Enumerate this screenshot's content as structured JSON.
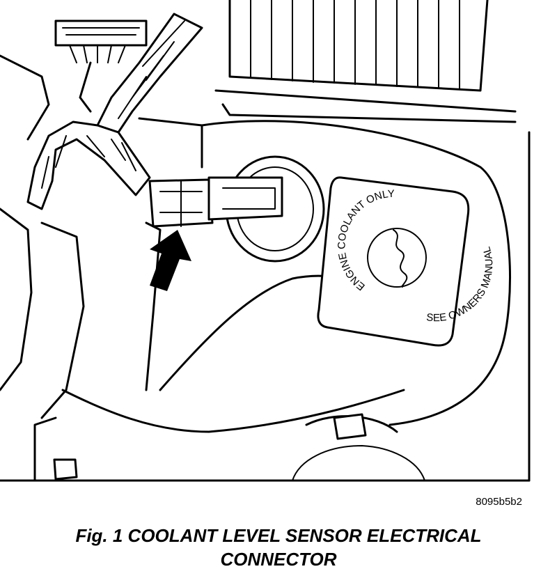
{
  "diagram": {
    "cap_label_top": "ENGINE COOLANT ONLY",
    "cap_label_bottom": "SEE OWNERS MANUAL",
    "figure_id": "8095b5b2"
  },
  "caption": {
    "line1": "Fig. 1 COOLANT LEVEL SENSOR ELECTRICAL",
    "line2": "CONNECTOR"
  }
}
